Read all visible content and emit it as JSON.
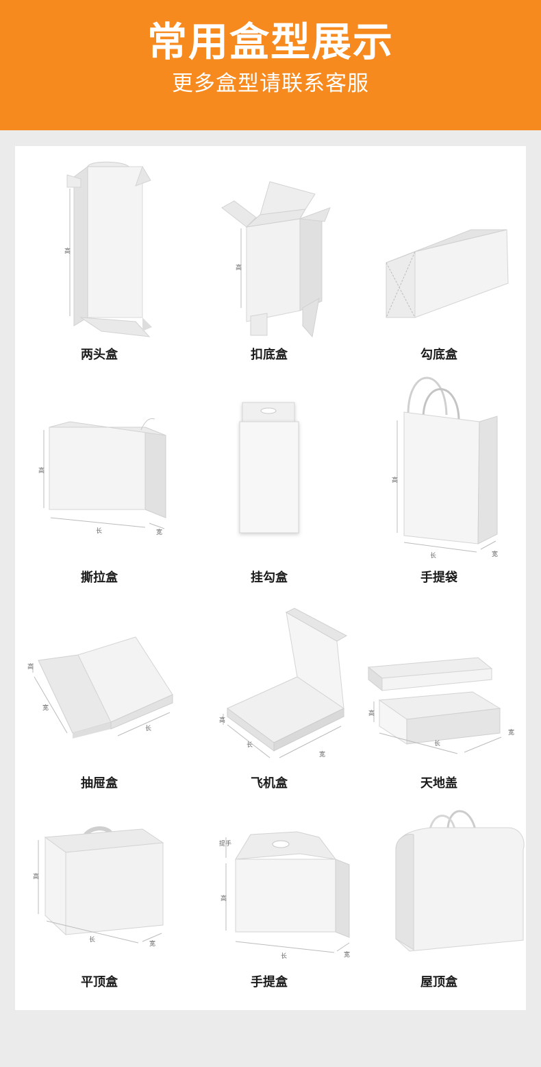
{
  "banner": {
    "title": "常用盒型展示",
    "subtitle": "更多盒型请联系客服",
    "color": "#f68a1e"
  },
  "dimension_labels": {
    "height": "高",
    "length": "长",
    "width": "宽",
    "handle": "提手"
  },
  "boxes": [
    {
      "name": "两头盒"
    },
    {
      "name": "扣底盒"
    },
    {
      "name": "勾底盒"
    },
    {
      "name": "撕拉盒"
    },
    {
      "name": "挂勾盒"
    },
    {
      "name": "手提袋"
    },
    {
      "name": "抽屉盒"
    },
    {
      "name": "飞机盒"
    },
    {
      "name": "天地盖"
    },
    {
      "name": "平顶盒"
    },
    {
      "name": "手提盒"
    },
    {
      "name": "屋顶盒"
    }
  ]
}
